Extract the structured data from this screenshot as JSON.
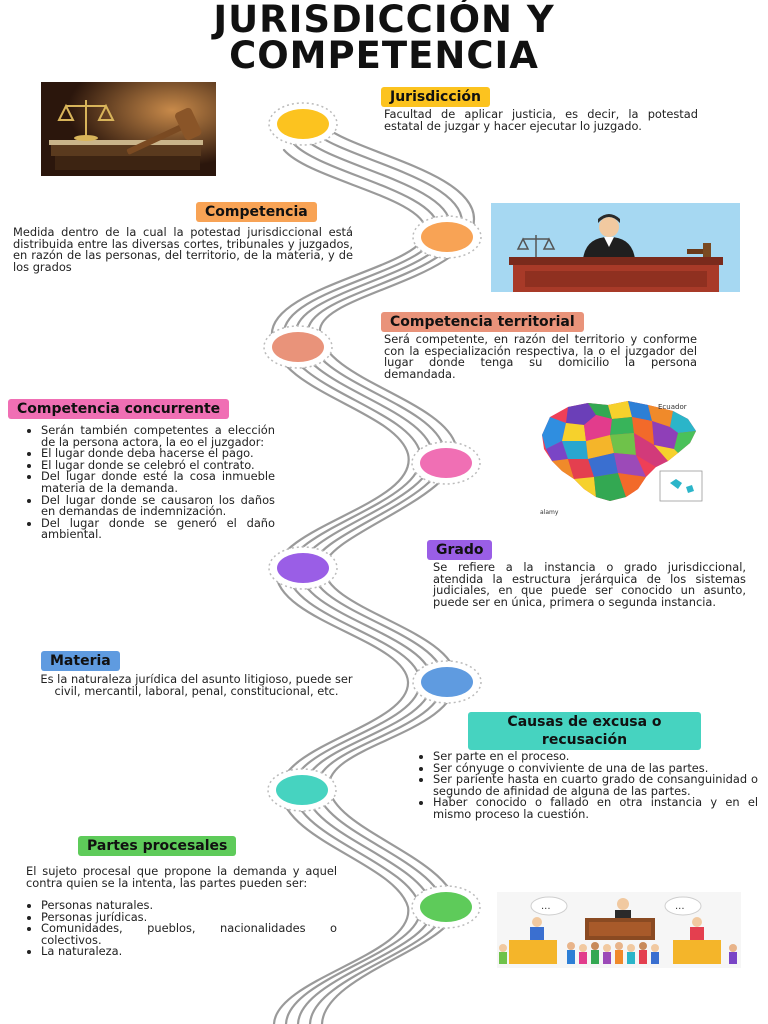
{
  "title": {
    "line1": "JURISDICCIÓN Y",
    "line2": "COMPETENCIA"
  },
  "colors": {
    "jurisdiccion": "#fcc31f",
    "competencia": "#f8a355",
    "territorial": "#e9937a",
    "concurrente": "#f06fb4",
    "grado": "#9a5ee6",
    "materia": "#5f9be0",
    "causas": "#46d3c0",
    "partes": "#5ecb5a"
  },
  "sections": {
    "jurisdiccion": {
      "label": "Jurisdicción",
      "text": "Facultad de aplicar justicia, es decir, la potestad estatal de juzgar y hacer ejecutar lo juzgado."
    },
    "competencia": {
      "label": "Competencia",
      "text": "Medida dentro de la cual la potestad jurisdiccional está distribuida entre las diversas cortes, tribunales y juzgados, en razón de las personas, del territorio, de la materia, y de los grados"
    },
    "territorial": {
      "label": "Competencia territorial",
      "text": "Será competente, en razón del territorio y conforme con la especialización respectiva, la o el juzgador del lugar donde tenga su domicilio la persona demandada."
    },
    "concurrente": {
      "label": "Competencia concurrente",
      "items": [
        "Serán también competentes a elección de la persona actora, la eo el juzgador:",
        "El lugar donde deba hacerse el pago.",
        "El lugar donde se celebró el contrato.",
        "Del lugar donde esté la cosa inmueble materia de la demanda.",
        "Del lugar donde se causaron los daños en demandas de indemnización.",
        "Del lugar donde se generó el daño ambiental."
      ]
    },
    "grado": {
      "label": "Grado",
      "text": "Se refiere a la instancia o grado jurisdiccional, atendida la estructura jerárquica de los sistemas judiciales, en que puede ser conocido un asunto, puede ser en única, primera o segunda instancia."
    },
    "materia": {
      "label": "Materia",
      "text": "Es la naturaleza jurídica del asunto litigioso, puede ser civil, mercantil, laboral, penal, constitucional, etc."
    },
    "causas": {
      "label_line1": "Causas de excusa o",
      "label_line2": "recusación",
      "items": [
        "Ser parte en el proceso.",
        "Ser cónyuge o conviviente de una de las partes.",
        "Ser pariente hasta en cuarto grado de consanguinidad o segundo de afinidad de alguna de las partes.",
        "Haber conocido o fallado en otra instancia y en el mismo proceso la cuestión."
      ]
    },
    "partes": {
      "label": "Partes procesales",
      "intro": "El sujeto procesal que propone la demanda y aquel contra quien se la intenta, las partes pueden ser:",
      "items": [
        "Personas naturales.",
        "Personas jurídicas.",
        "Comunidades, pueblos, nacionalidades o colectivos.",
        "La naturaleza."
      ]
    }
  },
  "map": {
    "label": "Ecuador",
    "watermark": "alamy"
  },
  "bubbles": {
    "left": "...",
    "right": "..."
  }
}
